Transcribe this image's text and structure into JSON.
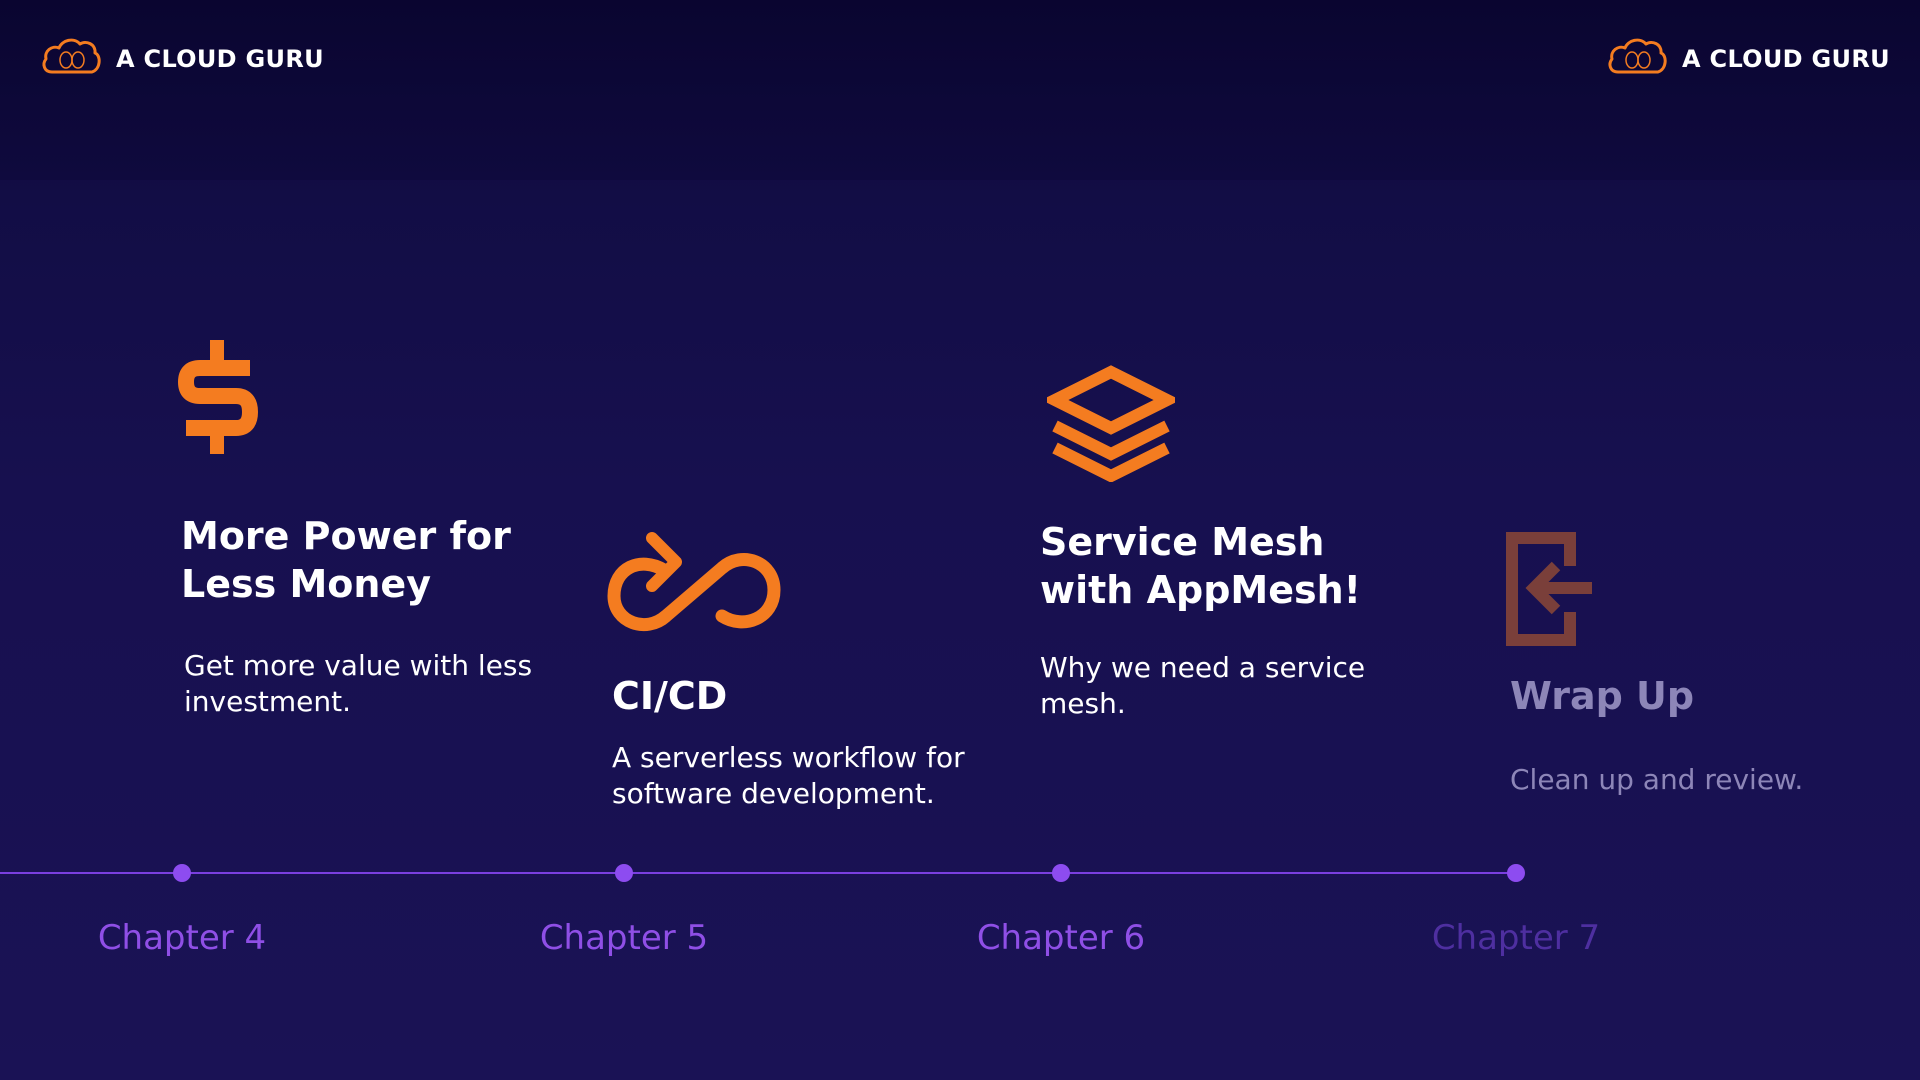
{
  "logos": {
    "left_text": "A CLOUD GURU",
    "right_text": "A CLOUD GURU",
    "icon": "cloud-icon"
  },
  "accent_color": "#f47c20",
  "timeline_color": "#8d4cf0",
  "cards": [
    {
      "icon": "dollar-icon",
      "title_line1": "More Power for",
      "title_line2": "Less Money",
      "desc_line1": "Get more value with less",
      "desc_line2": "investment."
    },
    {
      "icon": "infinity-cycle-icon",
      "title_line1": "CI/CD",
      "desc_line1": "A serverless workflow for",
      "desc_line2": "software development."
    },
    {
      "icon": "layers-icon",
      "title_line1": "Service Mesh",
      "title_line2": "with AppMesh!",
      "desc_line1": "Why we need a service",
      "desc_line2": "mesh."
    },
    {
      "icon": "exit-arrow-icon",
      "title_line1": "Wrap Up",
      "desc_line1": "Clean up and review."
    }
  ],
  "chapters": [
    "Chapter 4",
    "Chapter 5",
    "Chapter 6",
    "Chapter 7"
  ]
}
